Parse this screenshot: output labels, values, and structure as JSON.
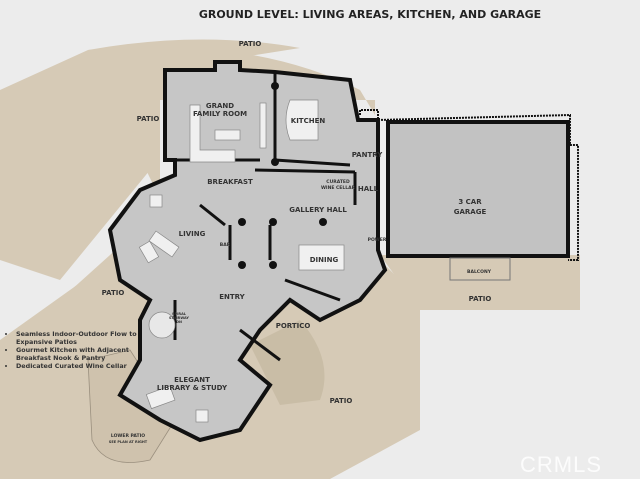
{
  "title": "GROUND LEVEL: LIVING AREAS, KITCHEN, AND GARAGE",
  "rooms": {
    "patio_top": "PATIO",
    "patio_left": "PATIO",
    "grand_family_room": [
      "GRAND",
      "FAMILY ROOM"
    ],
    "kitchen": "KITCHEN",
    "pantry": "PANTRY",
    "breakfast": "BREAKFAST",
    "wine_cellar": [
      "CURATED",
      "WINE CELLAR"
    ],
    "hall": "HALL",
    "gallery_hall": "GALLERY HALL",
    "garage": [
      "3 CAR",
      "GARAGE"
    ],
    "living": "LIVING",
    "bar": "BAR",
    "power": "POWER",
    "dining": "DINING",
    "balcony": "BALCONY",
    "patio_garage": "PATIO",
    "patio_living": "PATIO",
    "entry": "ENTRY",
    "spiral_stairway": [
      "SPIRAL",
      "STAIRWAY",
      "DN"
    ],
    "portico": "PORTICO",
    "library": [
      "ELEGANT",
      "LIBRARY & STUDY"
    ],
    "patio_bottom": "PATIO",
    "lower_patio": [
      "LOWER PATIO",
      "SEE PLAN AT RIGHT"
    ]
  },
  "features": [
    "Seamless Indoor-Outdoor Flow to Expansive Patios",
    "Gourmet Kitchen with Adjacent Breakfast Nook & Pantry",
    "Dedicated Curated Wine Cellar"
  ],
  "watermark": "CRMLS",
  "colors": {
    "patio": "#d6cab6",
    "interior": "#c6c6c6",
    "wall": "#111111",
    "garage": "#c2c2c2"
  }
}
